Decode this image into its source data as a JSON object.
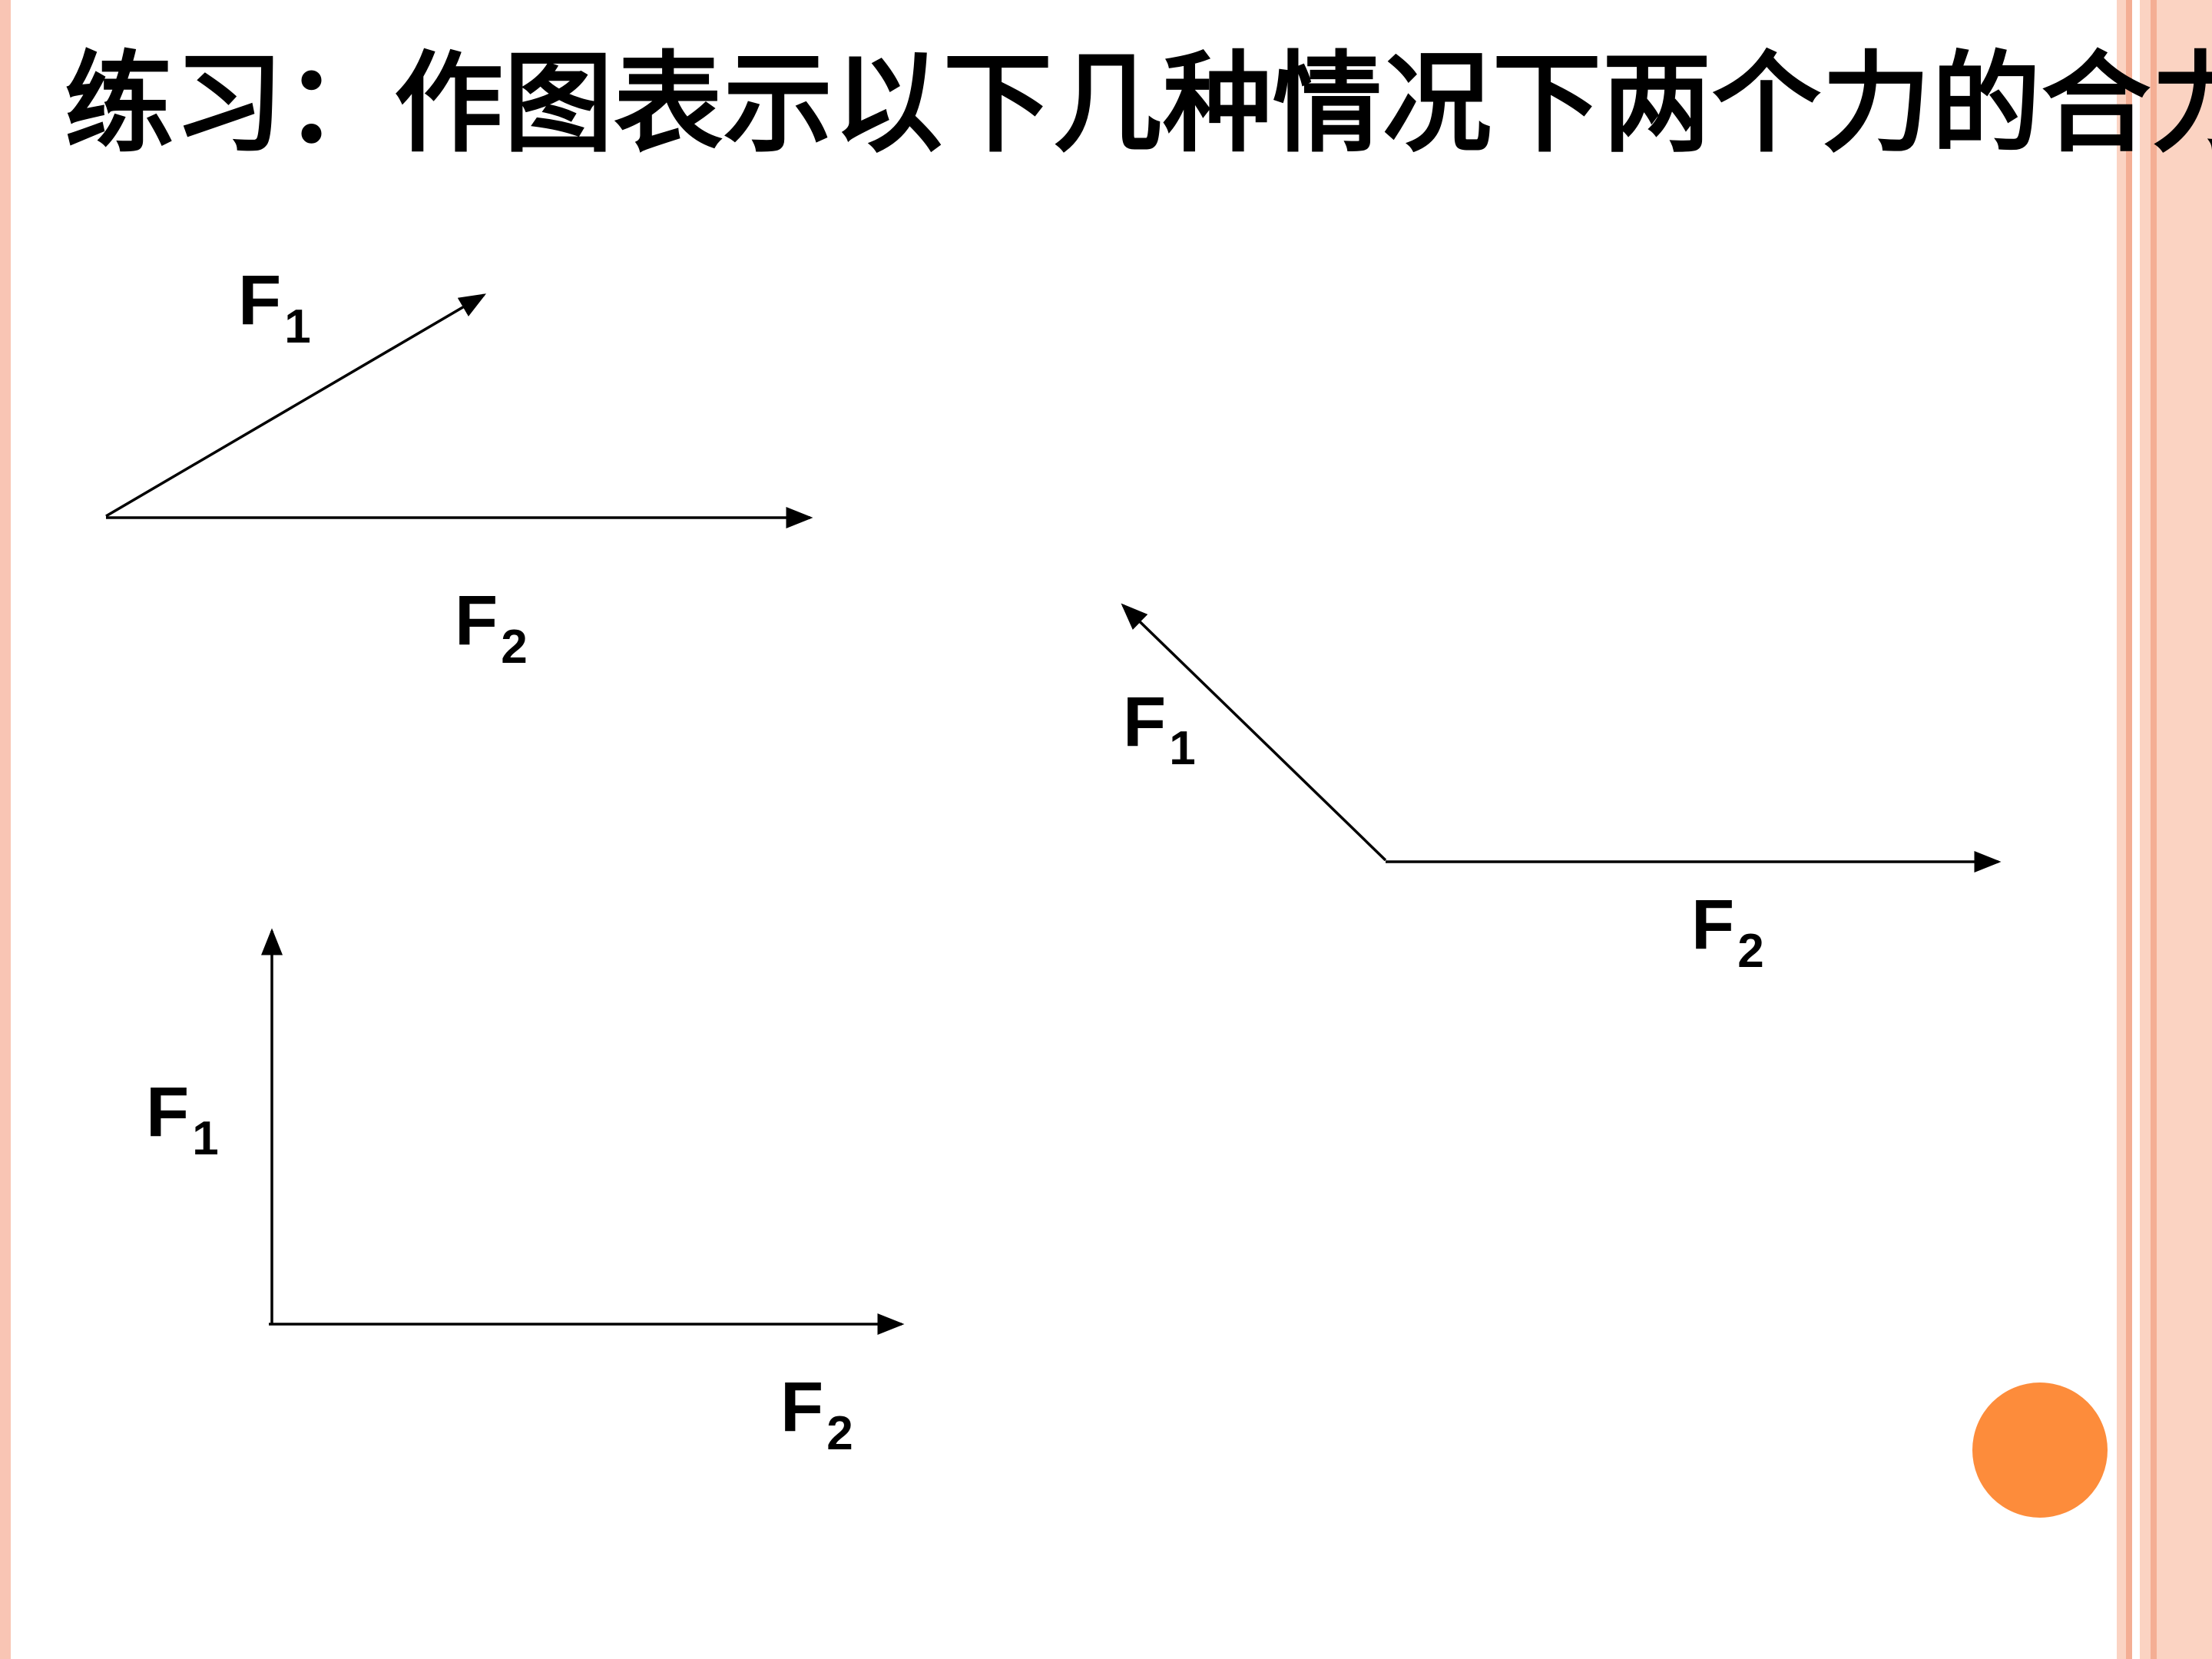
{
  "slide": {
    "title": "练习：作图表示以下几种情况下两个力的合力"
  },
  "colors": {
    "border_left": "#f9c5b4",
    "border_right_light": "#fbd3c2",
    "border_right_dark": "#f4ae94",
    "accent_dot": "#fd8c3b",
    "vector": "#000000"
  },
  "diagrams": [
    {
      "f1": {
        "letter": "F",
        "subscript": "1"
      },
      "f2": {
        "letter": "F",
        "subscript": "2"
      }
    },
    {
      "f1": {
        "letter": "F",
        "subscript": "1"
      },
      "f2": {
        "letter": "F",
        "subscript": "2"
      }
    },
    {
      "f1": {
        "letter": "F",
        "subscript": "1"
      },
      "f2": {
        "letter": "F",
        "subscript": "2"
      }
    }
  ]
}
